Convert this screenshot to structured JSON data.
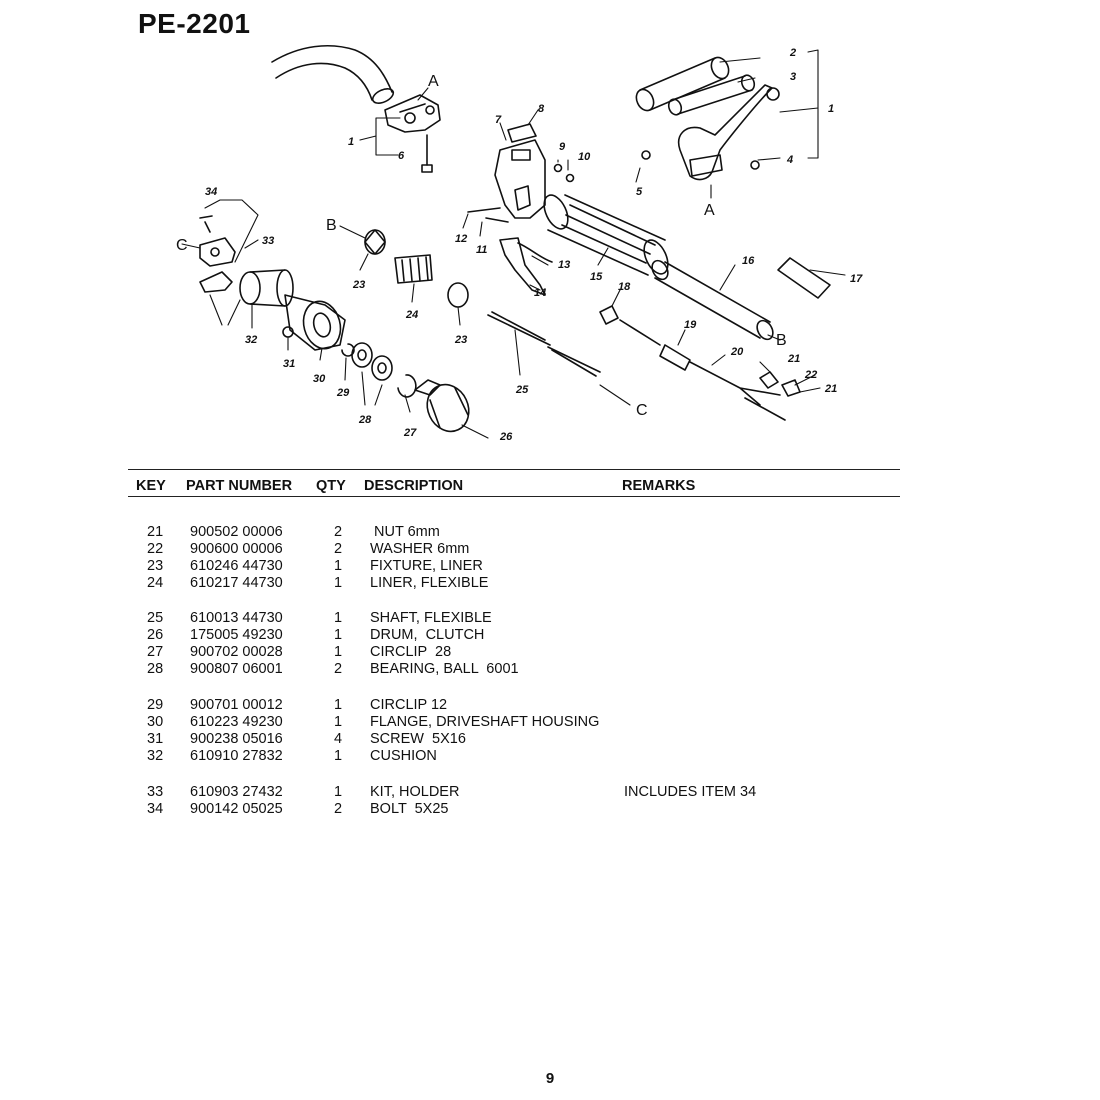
{
  "page": {
    "title": "PE-2201",
    "page_number": "9"
  },
  "diagram": {
    "callouts": [
      "1",
      "2",
      "3",
      "1",
      "4",
      "5",
      "6",
      "7",
      "8",
      "9",
      "10",
      "11",
      "12",
      "13",
      "14",
      "15",
      "16",
      "17",
      "18",
      "19",
      "20",
      "21",
      "22",
      "21",
      "23",
      "23",
      "24",
      "25",
      "26",
      "27",
      "28",
      "29",
      "30",
      "31",
      "32",
      "33",
      "34"
    ],
    "reference_letters": [
      "A",
      "A",
      "B",
      "B",
      "C",
      "C"
    ]
  },
  "table": {
    "headers": {
      "key": "KEY",
      "part_number": "PART NUMBER",
      "qty": "QTY",
      "description": "DESCRIPTION",
      "remarks": "REMARKS"
    },
    "rows": [
      {
        "key": "21",
        "part": "900502 00006",
        "qty": "2",
        "desc": " NUT 6mm",
        "remarks": ""
      },
      {
        "key": "22",
        "part": "900600 00006",
        "qty": "2",
        "desc": "WASHER 6mm",
        "remarks": ""
      },
      {
        "key": "23",
        "part": "610246 44730",
        "qty": "1",
        "desc": "FIXTURE, LINER",
        "remarks": ""
      },
      {
        "key": "24",
        "part": "610217 44730",
        "qty": "1",
        "desc": "LINER, FLEXIBLE",
        "remarks": ""
      },
      {
        "key": "25",
        "part": "610013 44730",
        "qty": "1",
        "desc": "SHAFT, FLEXIBLE",
        "remarks": ""
      },
      {
        "key": "26",
        "part": "175005 49230",
        "qty": "1",
        "desc": "DRUM,  CLUTCH",
        "remarks": ""
      },
      {
        "key": "27",
        "part": "900702 00028",
        "qty": "1",
        "desc": "CIRCLIP  28",
        "remarks": ""
      },
      {
        "key": "28",
        "part": "900807 06001",
        "qty": "2",
        "desc": "BEARING, BALL  6001",
        "remarks": ""
      },
      {
        "key": "29",
        "part": "900701 00012",
        "qty": "1",
        "desc": "CIRCLIP 12",
        "remarks": ""
      },
      {
        "key": "30",
        "part": "610223 49230",
        "qty": "1",
        "desc": "FLANGE, DRIVESHAFT HOUSING",
        "remarks": ""
      },
      {
        "key": "31",
        "part": "900238 05016",
        "qty": "4",
        "desc": "SCREW  5X16",
        "remarks": ""
      },
      {
        "key": "32",
        "part": "610910 27832",
        "qty": "1",
        "desc": "CUSHION",
        "remarks": ""
      },
      {
        "key": "33",
        "part": "610903 27432",
        "qty": "1",
        "desc": "KIT, HOLDER",
        "remarks": "INCLUDES ITEM 34"
      },
      {
        "key": "34",
        "part": "900142 05025",
        "qty": "2",
        "desc": "BOLT  5X25",
        "remarks": ""
      }
    ]
  }
}
